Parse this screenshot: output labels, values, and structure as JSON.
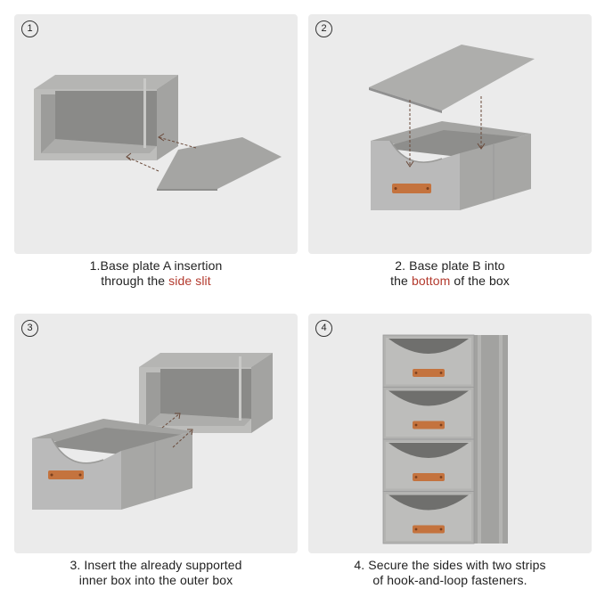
{
  "colors": {
    "panel_bg": "#ebebeb",
    "box_light": "#b9b9b7",
    "box_mid": "#a9a9a7",
    "box_dark": "#8f8f8d",
    "handle": "#c4733e",
    "highlight_text": "#b33a2e"
  },
  "steps": [
    {
      "number": "1",
      "line1": "1.Base plate A insertion",
      "line2_before": "through the ",
      "line2_highlight": "side slit",
      "line2_after": ""
    },
    {
      "number": "2",
      "line1": "2. Base plate B into",
      "line2_before": "the ",
      "line2_highlight": "bottom",
      "line2_after": " of the box"
    },
    {
      "number": "3",
      "line1": "3. Insert the already supported",
      "line2_before": "inner box into the outer box",
      "line2_highlight": "",
      "line2_after": ""
    },
    {
      "number": "4",
      "line1": "4. Secure the sides with two strips",
      "line2_before": "of hook-and-loop fasteners.",
      "line2_highlight": "",
      "line2_after": ""
    }
  ]
}
